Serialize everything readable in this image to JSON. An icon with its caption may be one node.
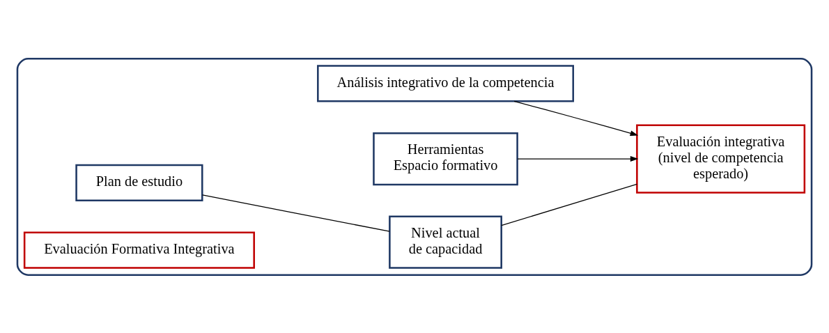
{
  "diagram": {
    "nodes": [
      {
        "text": [],
        "shape": "box"
      },
      {
        "text": [
          "Análisis integrativo de la competencia"
        ],
        "in": 0
      },
      {
        "text": [
          "Herramientas",
          "Espacio formativo"
        ],
        "in": 0
      },
      {
        "text": [
          "Plan de estudio"
        ],
        "in": 0
      },
      {
        "text": [
          "Evaluación Formativa Integrativa"
        ],
        "in": 0
      },
      {
        "text": [
          "Evaluación integrativa (nivel de competencia esperado)"
        ],
        "in": 0
      },
      {
        "text": [
          "Nivel actual de capacidad"
        ],
        "in": 0
      }
    ],
    "edges": [
      {
        "from": 1,
        "to": 5,
        "arrow": "to"
      },
      {
        "from": 2,
        "to": 5,
        "arrow": "to"
      },
      {
        "from": 3,
        "to": 6,
        "arrow": "none"
      },
      {
        "from": 6,
        "to": 5,
        "arrow": "none"
      }
    ]
  }
}
